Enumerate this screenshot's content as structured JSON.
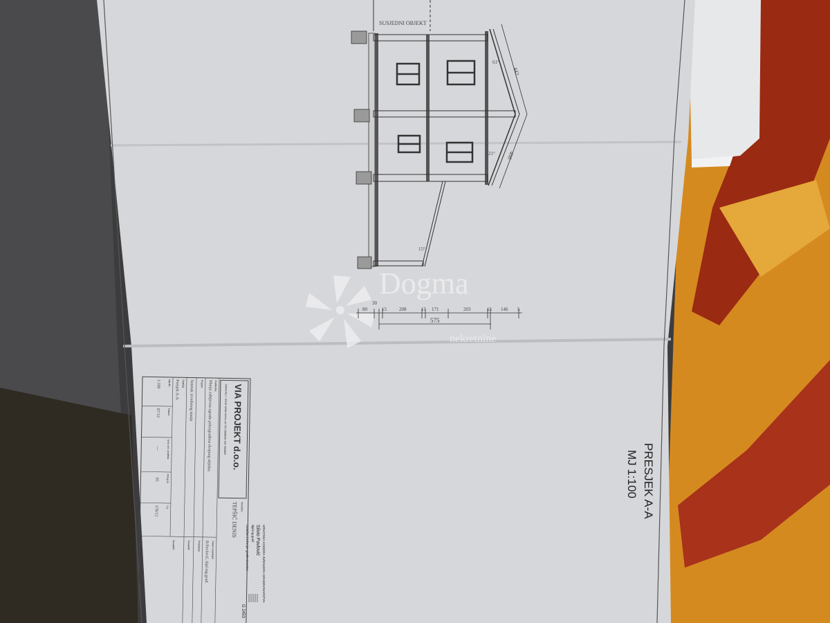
{
  "drawing": {
    "title": "PRESJEK A-A",
    "scale": "MJ 1:100",
    "neighbor_label": "SUSJEDNI OBJEKT",
    "dimensions": [
      "80",
      "30",
      "15",
      "208",
      "15",
      "171",
      "203",
      "15",
      "146",
      "5"
    ],
    "total_dimension": "575",
    "roof_dimensions": [
      "442",
      "406"
    ],
    "angles": [
      "61°",
      "21°",
      "15°"
    ]
  },
  "title_block": {
    "company": "VIA PROJEKT d.o.o.",
    "company_address": "Jadranska 7, 10410 Velika Gorica, tel. 091 5888848, 091 7888883",
    "investor_label": "Investitor:",
    "investor": "TEPŠIĆ DENIS",
    "building_label": "Građevina:",
    "building": "Manja zahtjevna zgrada poluugrađena dvojnog objekta",
    "project_label": "Projekt:",
    "project": "Snimak izvedenog stanja",
    "content_label": "Sadržaj:",
    "content": "Presjek A-A",
    "scale_label": "Mjerilo:",
    "scale": "1:100",
    "date_label": "Datum:",
    "date": "07/12",
    "revision_label": "Izmj. nov. projekta:",
    "revision": "---",
    "sheet_label": "Prilog br.",
    "sheet": "05",
    "td_label": "T.D.",
    "td": "378/12",
    "chief_designer_label": "Glavni projektant:",
    "chief_designer": "B.Pavlović, dipl.ing.građ.",
    "designer_label": "Projektant:",
    "associate_label": "Suradnik:",
    "associate2_label": "Suradnik:"
  },
  "stamp": {
    "chamber": "HRVATSKA KOMORA INŽENJERA GRAĐEVINARSTVA",
    "name": "Silvio Pavlović",
    "title": "dipl.ing.građ.",
    "role": "Ovlašteni inženjer građevinarstva",
    "number": "G 2453"
  },
  "watermark": {
    "brand": "Dogma",
    "sub": "nekretnine"
  },
  "colors": {
    "paper": "#d6d7da",
    "carpet_orange": "#d9861c",
    "carpet_red": "#9a2a12",
    "fabric": "#3c3c3e"
  }
}
